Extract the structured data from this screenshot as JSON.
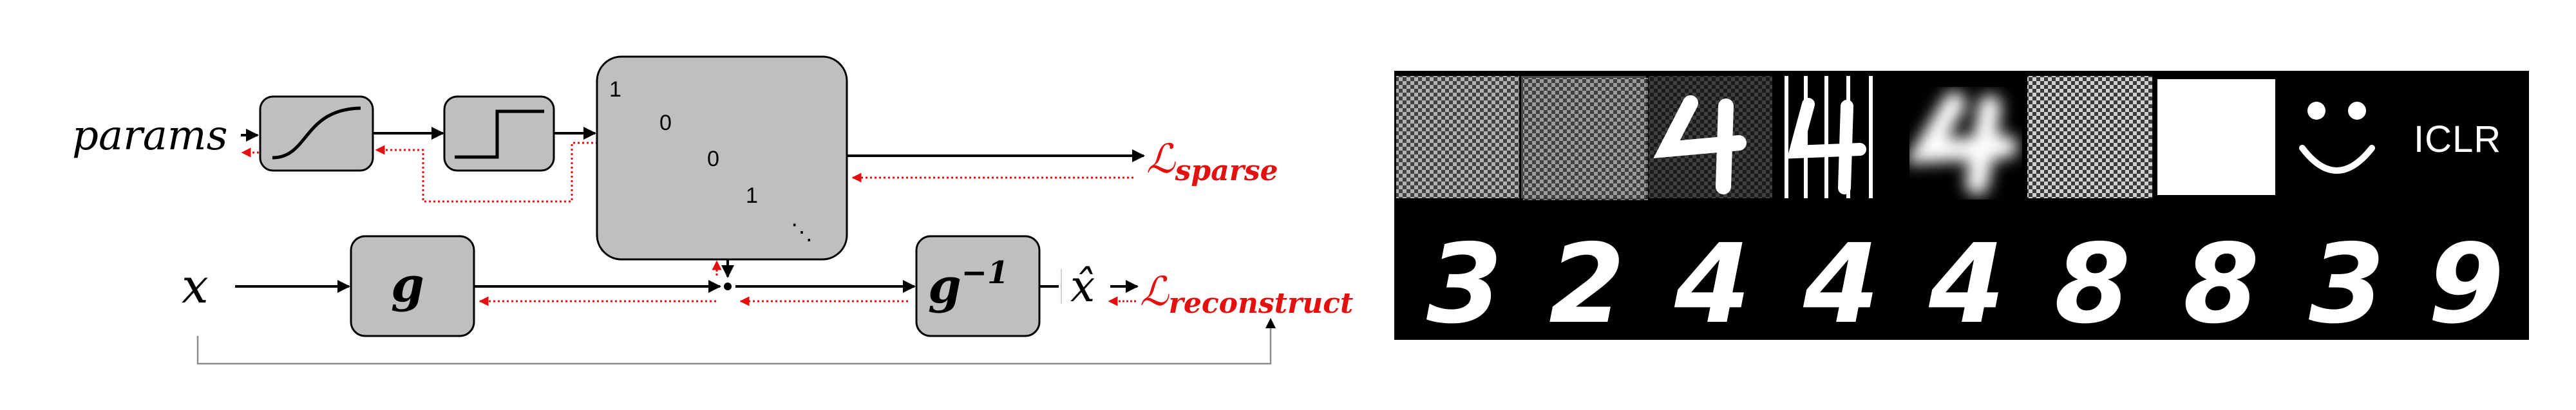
{
  "diagram": {
    "params_label": "params",
    "x_label": "x",
    "g_label": "g",
    "g_inverse_base": "g",
    "g_inverse_exp": "−1",
    "x_hat_label": "x̂",
    "loss_symbol": "ℒ",
    "loss_sparse_sub": "sparse",
    "loss_reconstruct_sub": "reconstruct",
    "matrix_entries": [
      "1",
      "0",
      "0",
      "1"
    ],
    "matrix_ellipsis": "⋱",
    "colors": {
      "box_fill": "#bfbfbf",
      "forward_arrow": "#000000",
      "backward_arrow": "#e3100f",
      "skip_line": "#8c8c8c"
    }
  },
  "gallery": {
    "iclr_text": "ICLR",
    "top_row_tiles": [
      "noise",
      "noise",
      "corrupted-digit",
      "barred-digit",
      "blurred-digit",
      "checkerboard",
      "white-square",
      "smiley-face",
      "iclr-text"
    ],
    "bottom_row_digits": [
      "3",
      "2",
      "4",
      "4",
      "4",
      "8",
      "8",
      "3",
      "9"
    ],
    "background": "#000000"
  }
}
